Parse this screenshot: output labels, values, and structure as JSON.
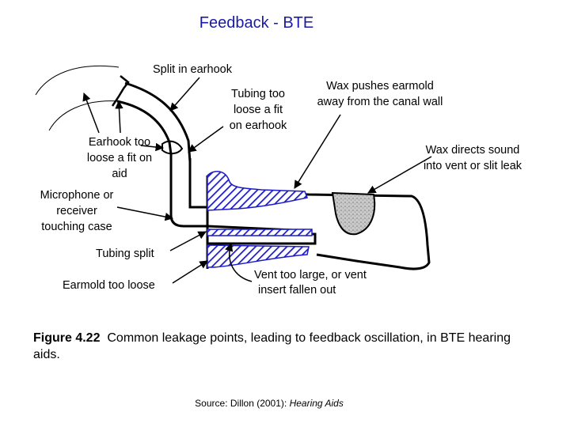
{
  "title": "Feedback - BTE",
  "labels": {
    "split_earhook": "Split in earhook",
    "tubing_loose_1": "Tubing too",
    "tubing_loose_2": "loose a fit",
    "tubing_loose_3": "on earhook",
    "wax_pushes_1": "Wax pushes earmold",
    "wax_pushes_2": "away from the canal wall",
    "earhook_loose_1": "Earhook too",
    "earhook_loose_2": "loose a fit on",
    "earhook_loose_3": "aid",
    "wax_directs_1": "Wax directs sound",
    "wax_directs_2": "into vent or slit leak",
    "mic_touch_1": "Microphone or",
    "mic_touch_2": "receiver",
    "mic_touch_3": "touching case",
    "tubing_split": "Tubing split",
    "earmold_loose": "Earmold too loose",
    "vent_large_1": "Vent too large, or vent",
    "vent_large_2": "insert fallen out"
  },
  "caption": {
    "figure_label": "Figure 4.22",
    "text": "Common leakage points, leading to feedback oscillation, in BTE hearing aids."
  },
  "source": {
    "prefix": "Source:  Dillon (2001): ",
    "book": "Hearing Aids"
  }
}
